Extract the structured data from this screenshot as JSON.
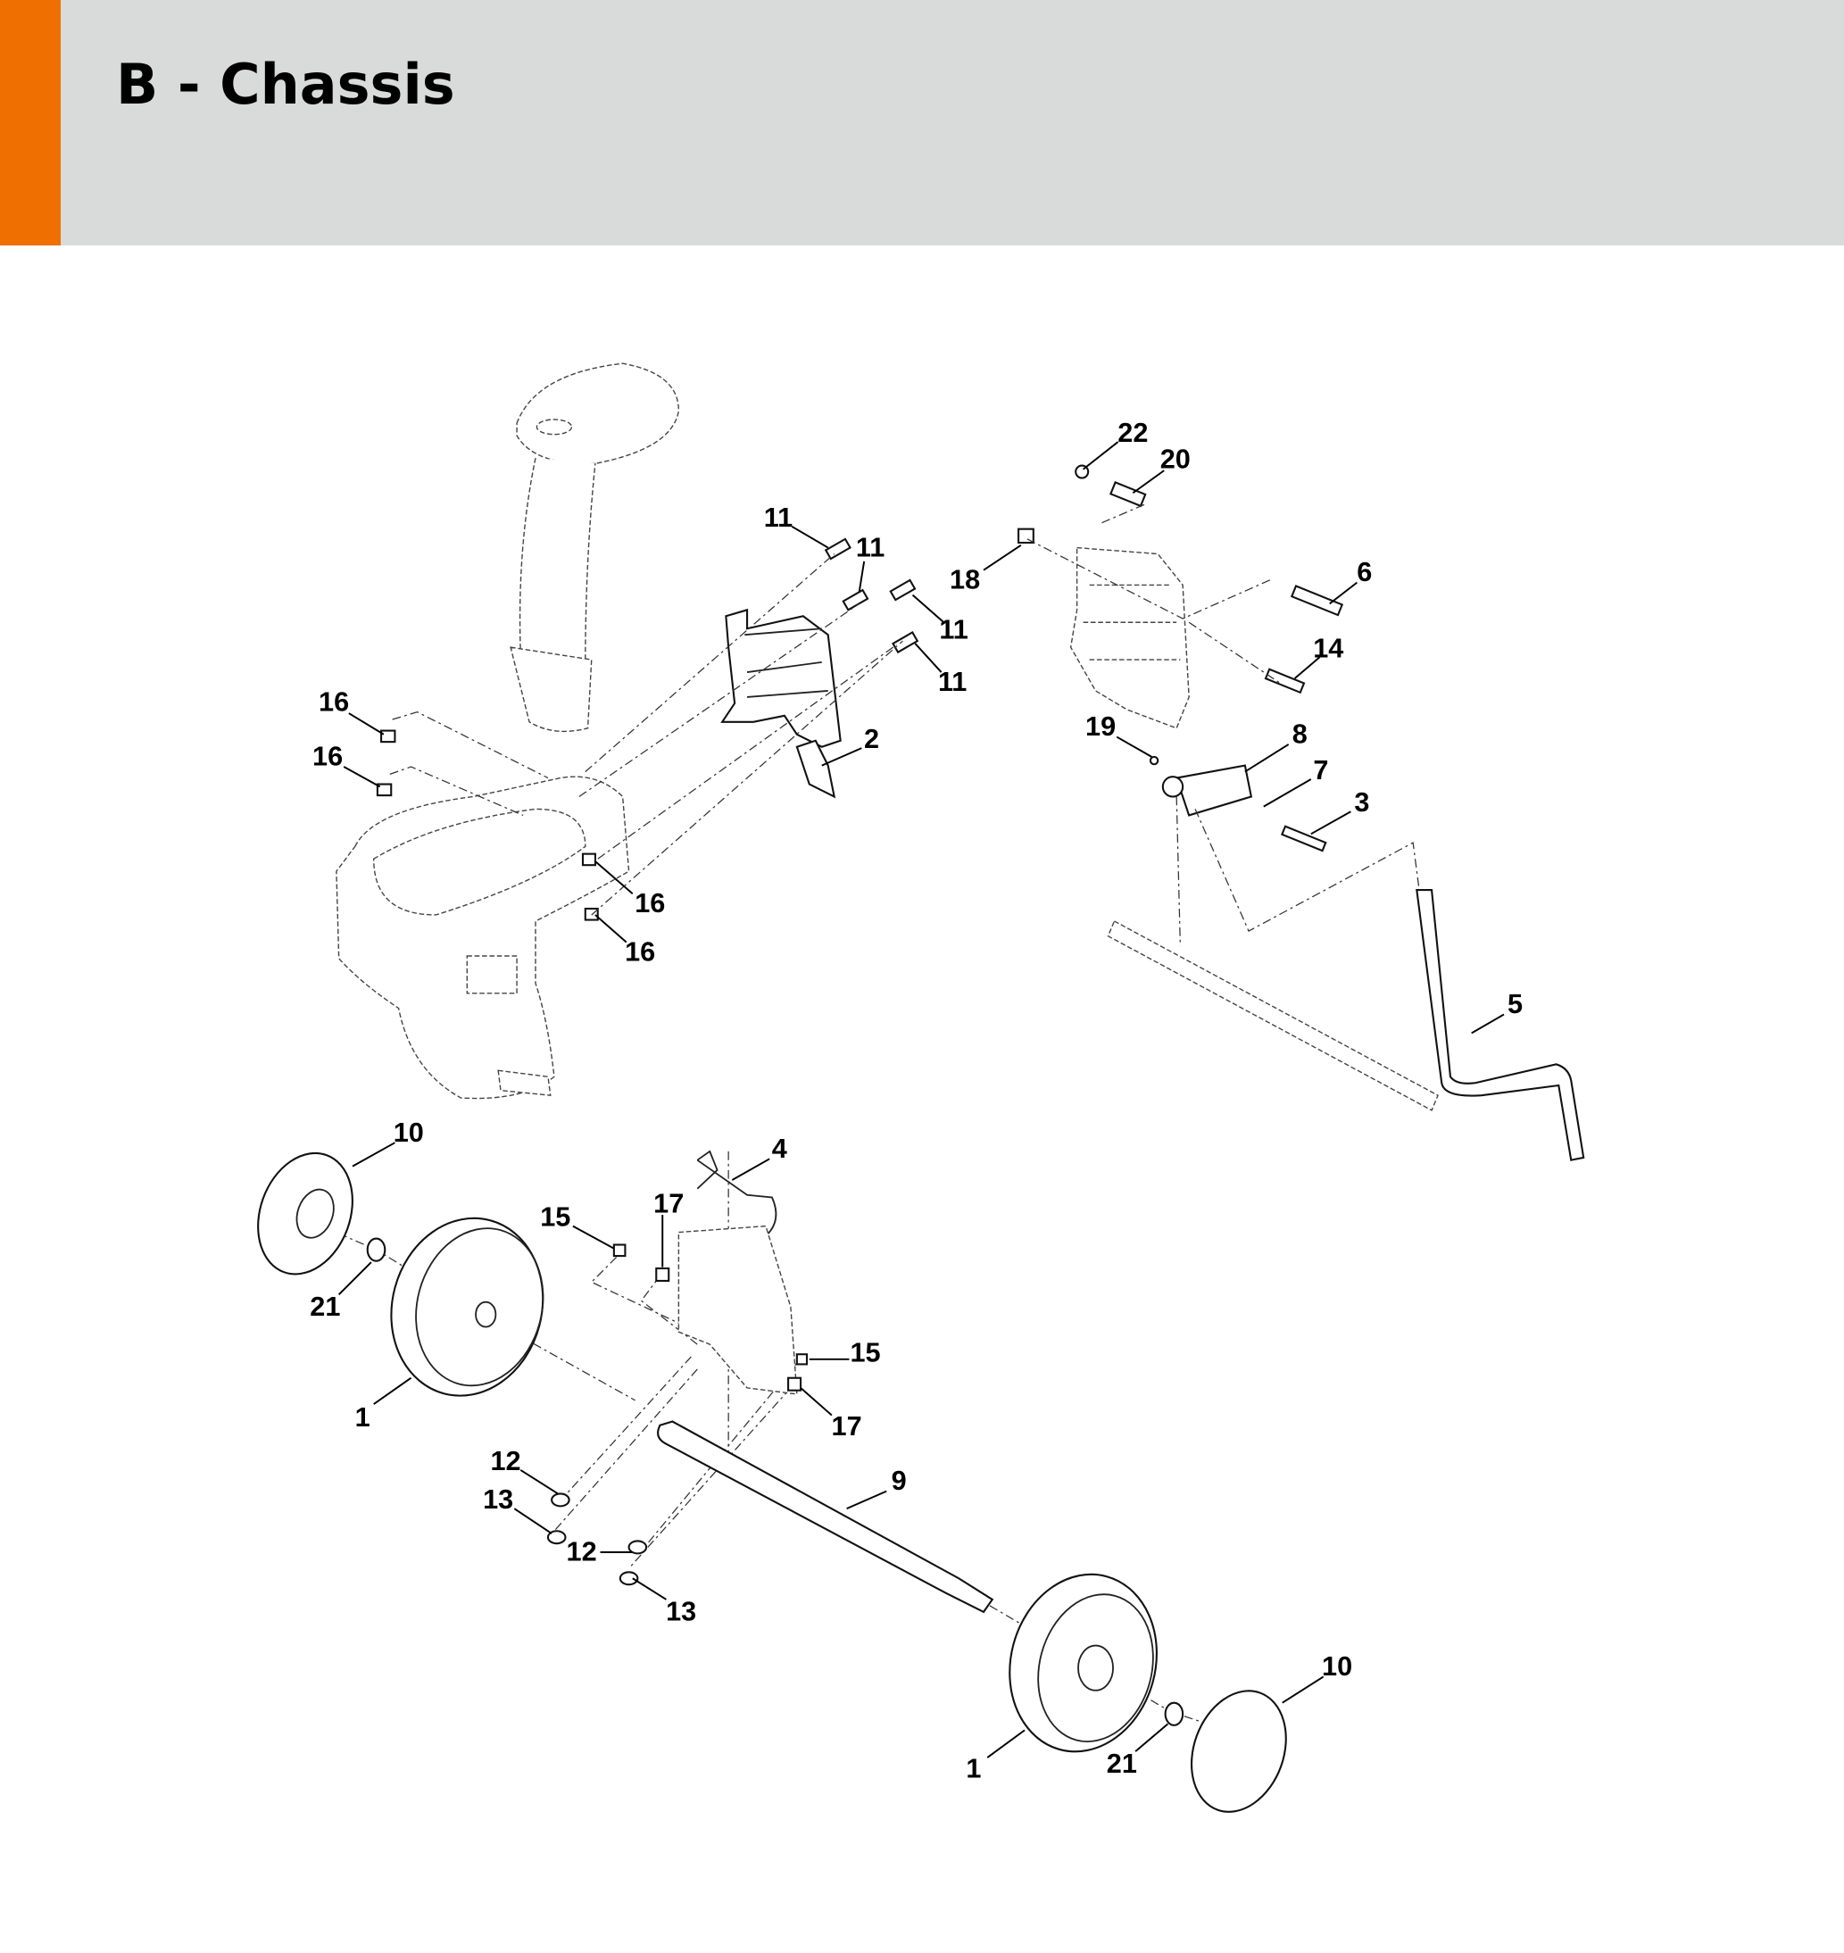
{
  "header": {
    "title": "B - Chassis",
    "accent_color": "#ef7001",
    "background_color": "#d9dbda"
  },
  "callouts": [
    "22",
    "20",
    "11",
    "11",
    "18",
    "6",
    "11",
    "14",
    "11",
    "16",
    "19",
    "8",
    "2",
    "16",
    "7",
    "3",
    "16",
    "16",
    "5",
    "10",
    "4",
    "17",
    "15",
    "21",
    "15",
    "1",
    "17",
    "9",
    "12",
    "13",
    "12",
    "13",
    "10",
    "1",
    "21"
  ]
}
